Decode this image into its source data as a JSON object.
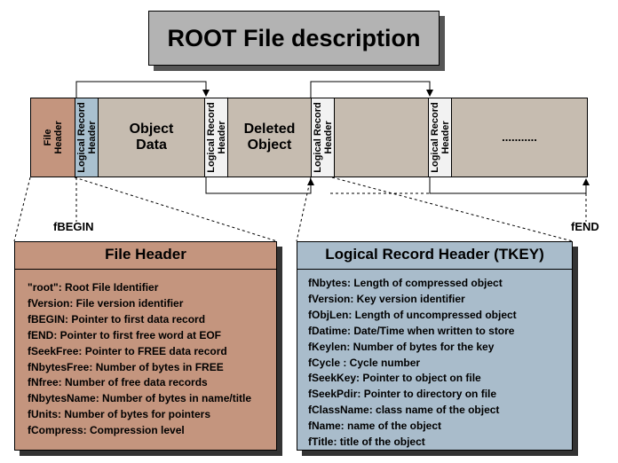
{
  "title": "ROOT File description",
  "strip": {
    "file_header": "File\nHeader",
    "lrh_1": "Logical Record\nHeader",
    "object_data": "Object\nData",
    "lrh_2": "Logical Record\nHeader",
    "deleted_object": "Deleted\nObject",
    "lrh_3": "Logical Record\nHeader",
    "lrh_4": "Logical Record\nHeader",
    "ellipsis": "...........",
    "fbegin": "fBEGIN",
    "fend": "fEND"
  },
  "file_header_panel": {
    "title": "File Header",
    "lines": [
      "\"root\": Root File Identifier",
      "fVersion: File version identifier",
      "fBEGIN: Pointer to first data record",
      "fEND: Pointer to first free word at EOF",
      "fSeekFree: Pointer to FREE data record",
      "fNbytesFree: Number of bytes in FREE",
      "fNfree: Number of free data records",
      "fNbytesName: Number of bytes in name/title",
      "fUnits: Number of bytes for pointers",
      "fCompress: Compression level"
    ]
  },
  "tkey_panel": {
    "title": "Logical Record Header (TKEY)",
    "lines": [
      "fNbytes: Length of compressed object",
      "fVersion: Key version identifier",
      "fObjLen: Length of uncompressed object",
      "fDatime: Date/Time when written to store",
      "fKeylen: Number of bytes for the key",
      "fCycle : Cycle number",
      "fSeekKey: Pointer to object on file",
      "fSeekPdir: Pointer to directory on file",
      "fClassName: class name of the object",
      "fName: name of the object",
      "fTitle: title of the object"
    ]
  },
  "colors": {
    "file_header": "#c4957e",
    "record_header": "#a9c0cf",
    "object_area": "#c6bcb0",
    "panel_file": "#c4957e",
    "panel_tkey": "#a9bccb"
  }
}
